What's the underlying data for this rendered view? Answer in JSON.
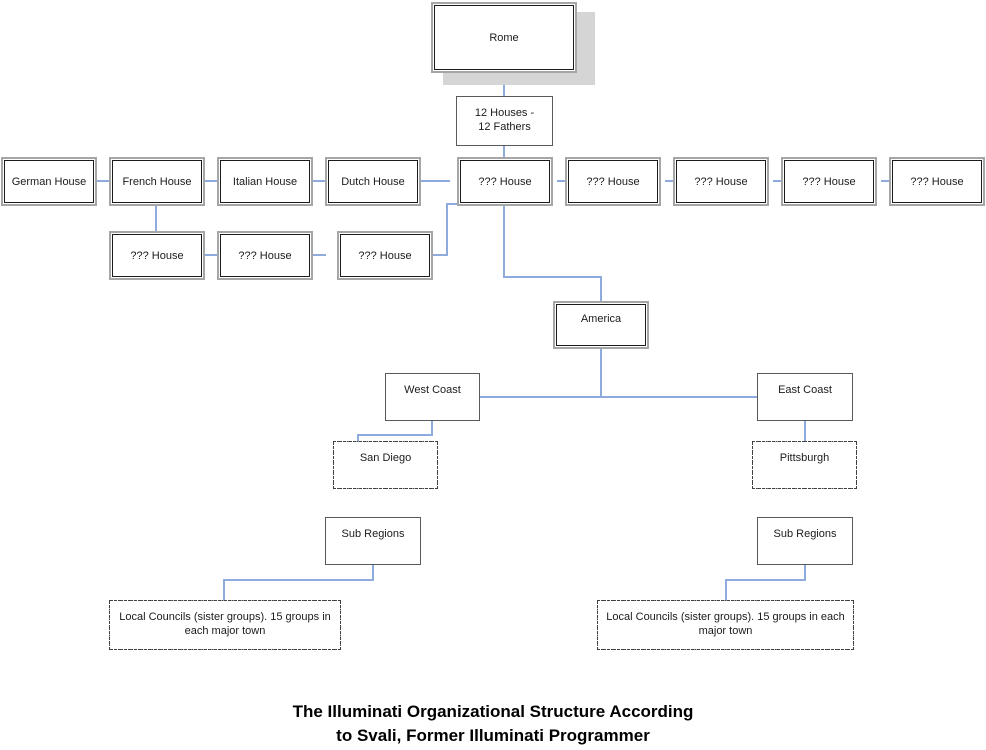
{
  "diagram": {
    "title_line1": "The Illuminati Organizational Structure According",
    "title_line2": "to Svali, Former Illuminati Programmer",
    "connector_color": "#8faadc",
    "box_border_color": "#1b1b1b",
    "box_outer_color": "#a6a6a6",
    "shadow_color": "#d5d5d5",
    "background": "#ffffff"
  },
  "nodes": {
    "rome": "Rome",
    "twelve_houses": "12 Houses -\n12 Fathers",
    "twelve_houses_line1": "12 Houses -",
    "twelve_houses_line2": "12 Fathers",
    "america": "America",
    "west_coast": "West Coast",
    "east_coast": "East Coast",
    "san_diego": "San Diego",
    "pittsburgh": "Pittsburgh",
    "sub_regions_west": "Sub Regions",
    "sub_regions_east": "Sub Regions",
    "local_councils_west": "Local Councils (sister groups). 15 groups in each major town",
    "local_councils_east": "Local Councils (sister groups). 15 groups in each major town"
  },
  "houses_row1": [
    {
      "label": "German House"
    },
    {
      "label": "French House"
    },
    {
      "label": "Italian House"
    },
    {
      "label": "Dutch House"
    },
    {
      "label": "??? House"
    },
    {
      "label": "??? House"
    },
    {
      "label": "??? House"
    },
    {
      "label": "??? House"
    },
    {
      "label": "??? House"
    }
  ],
  "houses_row2": [
    {
      "label": "??? House"
    },
    {
      "label": "??? House"
    },
    {
      "label": "??? House"
    }
  ]
}
